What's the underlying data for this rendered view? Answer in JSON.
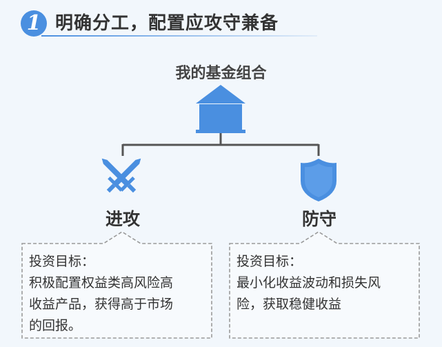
{
  "header": {
    "badge": "1",
    "title": "明确分工，配置应攻守兼备"
  },
  "root": {
    "label": "我的基金组合",
    "icon": "house-icon"
  },
  "left": {
    "label": "进攻",
    "icon": "crossed-swords-icon",
    "box_title": "投资目标：",
    "box_lines": [
      "积极配置权益类高风险高",
      "收益产品，获得高于市场",
      "的回报。"
    ]
  },
  "right": {
    "label": "防守",
    "icon": "shield-icon",
    "box_title": "投资目标：",
    "box_lines": [
      "最小化收益波动和损失风",
      "险，获取稳健收益"
    ]
  },
  "colors": {
    "accent": "#4a8fe0",
    "line": "#555555",
    "dash": "#999999"
  }
}
